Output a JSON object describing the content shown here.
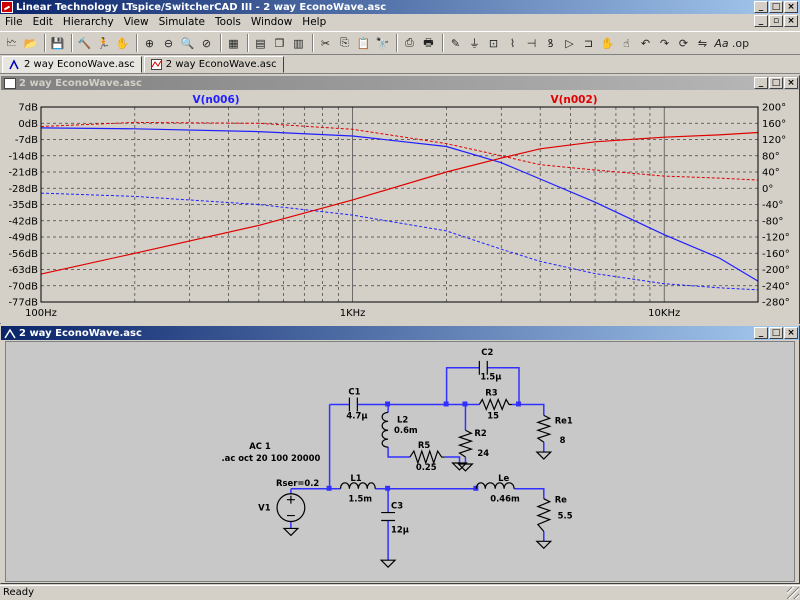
{
  "window": {
    "title": "Linear Technology LTspice/SwitcherCAD III - 2 way EconoWave.asc"
  },
  "menu": [
    "File",
    "Edit",
    "Hierarchy",
    "View",
    "Simulate",
    "Tools",
    "Window",
    "Help"
  ],
  "toolbar": {
    "icons": [
      "new-schematic-icon",
      "open-icon",
      "save-icon",
      "control-panel-icon",
      "run-icon",
      "halt-icon",
      "zoom-in-icon",
      "zoom-out-icon",
      "zoom-fit-icon",
      "zoom-cancel-icon",
      "autorange-icon",
      "tile-horizontal-icon",
      "cascade-icon",
      "tile-vertical-icon",
      "cut-icon",
      "copy-icon",
      "paste-icon",
      "find-icon",
      "print-setup-icon",
      "print-icon",
      "draw-wire-icon",
      "ground-icon",
      "label-net-icon",
      "resistor-icon",
      "capacitor-icon",
      "inductor-icon",
      "diode-icon",
      "component-icon",
      "move-icon",
      "drag-icon",
      "undo-icon",
      "redo-icon",
      "rotate-icon",
      "mirror-icon",
      "text-icon",
      "spice-directive-icon"
    ]
  },
  "tabs": [
    {
      "label": "2 way EconoWave.asc",
      "active": true
    },
    {
      "label": "2 way EconoWave.asc",
      "active": false
    }
  ],
  "plot_window": {
    "title": "2 way EconoWave.asc"
  },
  "schematic_window": {
    "title": "2 way EconoWave.asc"
  },
  "chart_data": {
    "type": "line",
    "x_scale": "log",
    "xlim": [
      100,
      20000
    ],
    "x_ticks": [
      "100Hz",
      "1KHz",
      "10KHz"
    ],
    "y_left_ticks": [
      "7dB",
      "0dB",
      "-7dB",
      "-14dB",
      "-21dB",
      "-28dB",
      "-35dB",
      "-42dB",
      "-49dB",
      "-56dB",
      "-63dB",
      "-70dB",
      "-77dB"
    ],
    "y_right_ticks": [
      "200°",
      "160°",
      "120°",
      "80°",
      "40°",
      "0°",
      "-40°",
      "-80°",
      "-120°",
      "-160°",
      "-200°",
      "-240°",
      "-280°"
    ],
    "ylim_db": [
      -77,
      7
    ],
    "ylim_phase": [
      -280,
      200
    ],
    "grid": true,
    "series": [
      {
        "name": "V(n006)",
        "color": "#2020ff",
        "x": [
          100,
          200,
          500,
          1000,
          2000,
          3000,
          4000,
          6000,
          10000,
          15000,
          20000
        ],
        "magnitude_db": [
          -2,
          -2.4,
          -3.6,
          -5.5,
          -10,
          -17,
          -24,
          -34,
          -48,
          -58,
          -68
        ],
        "phase_deg": [
          -12,
          -20,
          -40,
          -66,
          -105,
          -150,
          -180,
          -210,
          -235,
          -245,
          -250
        ]
      },
      {
        "name": "V(n002)",
        "color": "#e00000",
        "x": [
          100,
          200,
          500,
          1000,
          2000,
          3000,
          4000,
          6000,
          10000,
          15000,
          20000
        ],
        "magnitude_db": [
          -65,
          -56,
          -44,
          -33,
          -21,
          -15,
          -11,
          -8,
          -6,
          -5,
          -4
        ],
        "phase_deg": [
          152,
          162,
          160,
          145,
          110,
          80,
          58,
          45,
          30,
          25,
          20
        ]
      }
    ]
  },
  "schematic": {
    "labels": {
      "c2": "C2",
      "c2v": "1.5µ",
      "c1": "C1",
      "c1v": "4.7µ",
      "r3": "R3",
      "r3v": "15",
      "re1": "Re1",
      "re1v": "8",
      "l2": "L2",
      "l2v": "0.6m",
      "r2": "R2",
      "r2v": "24",
      "r5": "R5",
      "r5v": "0.25",
      "ac": "AC 1",
      "directive": ".ac oct 20 100 20000",
      "rser": "Rser=0.2",
      "l1": "L1",
      "l1v": "1.5m",
      "le": "Le",
      "lev": "0.46m",
      "v1": "V1",
      "c3": "C3",
      "c3v": "12µ",
      "re": "Re",
      "rev": "5.5"
    }
  },
  "status": {
    "text": "Ready"
  }
}
